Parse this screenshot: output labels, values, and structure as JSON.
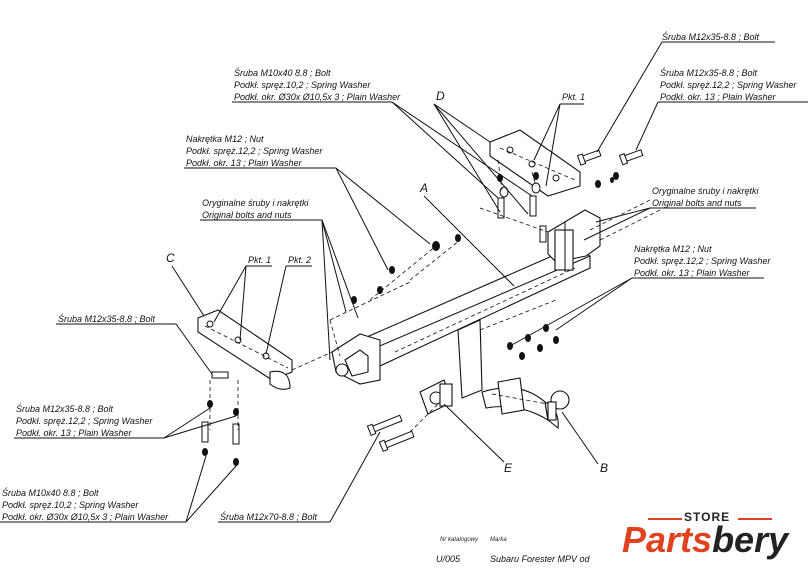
{
  "labels": {
    "top_right_bolt": "Śruba M12x35-8.8 ;  Bolt",
    "right_group": [
      "Śruba M12x35-8.8 ;  Bolt",
      "Podkł. spręż.12,2 ; Spring Washer",
      "Podkł. okr. 13 ; Plain Washer"
    ],
    "top_center_group": [
      "Śruba M10x40 8.8 ;  Bolt",
      "Podkł. spręż.10,2 ; Spring Washer",
      "Podkł. okr.  Ø30x Ø10,5x 3 ; Plain Washer"
    ],
    "nut_group_left": [
      "Nakrętka  M12 ; Nut",
      "Podkł. spręż.12,2 ; Spring Washer",
      "Podkł. okr.  13 ; Plain Washer"
    ],
    "original_left": [
      "Oryginalne śruby i nakrętki",
      "Original bolts and nuts"
    ],
    "original_right": [
      "Oryginalne śruby i nakrętki",
      "Original bolts and nuts"
    ],
    "nut_group_right": [
      "Nakrętka  M12 ; Nut",
      "Podkł. spręż.12,2 ; Spring Washer",
      "Podkł. okr. 13 ; Plain Washer"
    ],
    "left_bolt": "Śruba M12x35-8.8 ;  Bolt",
    "left_group": [
      "Śruba M12x35-8.8 ;  Bolt",
      "Podkł. spręż.12,2 ; Spring Washer",
      "Podkł. okr. 13 ; Plain Washer"
    ],
    "bottom_left_group": [
      "Śruba M10x40 8.8 ;  Bolt",
      "Podkł. spręż.10,2 ; Spring Washer",
      "Podkł. okr.  Ø30x Ø10,5x 3 ; Plain Washer"
    ],
    "bottom_bolt": "Śruba M12x70-8.8 ;  Bolt",
    "pkt1_top": "Pkt. 1",
    "pkt1_left": "Pkt. 1",
    "pkt2_left": "Pkt. 2",
    "letter_a": "A",
    "letter_b": "B",
    "letter_c": "C",
    "letter_d": "D",
    "letter_e": "E"
  },
  "footer": {
    "catalog_caption": "Nr katalogowy",
    "brand_caption": "Marka",
    "catalog_number": "U/005",
    "model": "Subaru Forester MPV  od"
  },
  "brand": {
    "store": "STORE",
    "name_part1": "Parts",
    "name_part2": "bery",
    "accent_color": "#e0421e"
  }
}
